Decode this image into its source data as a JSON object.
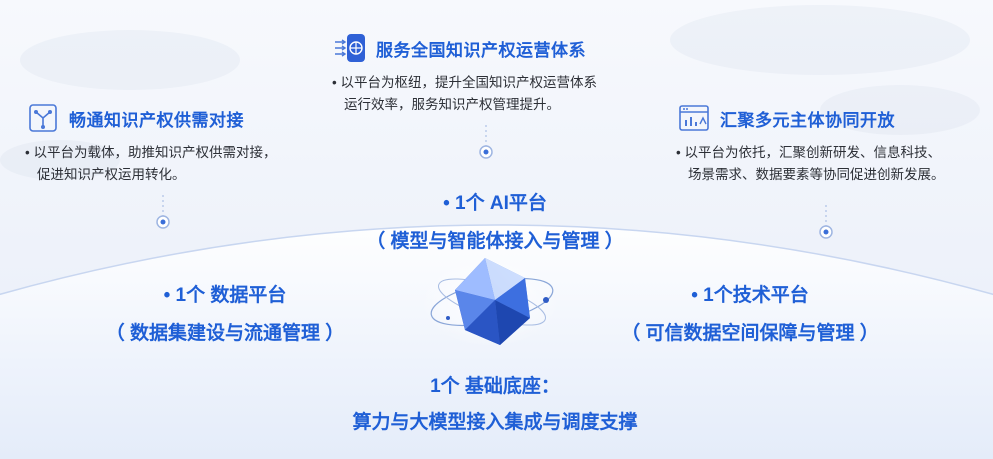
{
  "features": {
    "left": {
      "title": "畅通知识产权供需对接",
      "lines": [
        "• 以平台为载体，助推知识产权供需对接，",
        "促进知识产权运用转化。"
      ]
    },
    "center": {
      "title": "服务全国知识产权运营体系",
      "lines": [
        "• 以平台为枢纽，提升全国知识产权运营体系",
        "运行效率，服务知识产权管理提升。"
      ]
    },
    "right": {
      "title": "汇聚多元主体协同开放",
      "lines": [
        "• 以平台为依托，汇聚创新研发、信息科技、",
        "场景需求、数据要素等协同促进创新发展。"
      ]
    }
  },
  "platforms": {
    "ai": {
      "line1": "• 1个 AI平台",
      "line2": "（ 模型与智能体接入与管理 ）"
    },
    "data": {
      "line1": "• 1个  数据平台",
      "line2": "（ 数据集建设与流通管理 ）"
    },
    "tech": {
      "line1": "• 1个技术平台",
      "line2": "（ 可信数据空间保障与管理 ）"
    }
  },
  "base": {
    "line1": "1个  基础底座：",
    "line2": "算力与大模型接入集成与调度支撑"
  },
  "colors": {
    "accent": "#1f5fd6",
    "text": "#2c2f36",
    "dot": "#3b6fd8"
  },
  "icons": {
    "left": "network-nodes-icon",
    "center": "globe-arrows-icon",
    "right": "dashboard-chart-icon",
    "core": "crystal-polyhedron-icon"
  }
}
